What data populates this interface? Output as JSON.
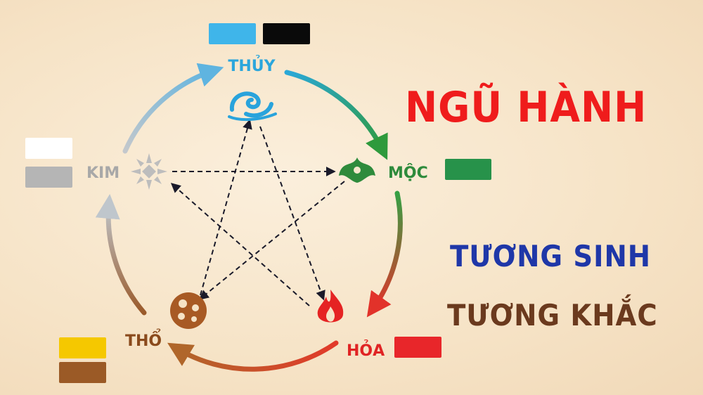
{
  "title": {
    "main": "NGŨ HÀNH",
    "line1": "TƯƠNG SINH",
    "line2": "TƯƠNG KHẮC"
  },
  "elements": [
    {
      "id": "thuy",
      "label": "THỦY",
      "label_color": "#2ba6dc",
      "icon": "water-wave-icon",
      "icon_color": "#29a3dc",
      "swatches": [
        "#3fb5ea",
        "#0a0a0a"
      ]
    },
    {
      "id": "moc",
      "label": "MỘC",
      "label_color": "#2e8b3c",
      "icon": "tree-leaf-icon",
      "icon_color": "#2e8b3c",
      "swatches": [
        "#27924a"
      ]
    },
    {
      "id": "hoa",
      "label": "HỎA",
      "label_color": "#e02424",
      "icon": "flame-icon",
      "icon_color": "#e52323",
      "swatches": [
        "#e8262a"
      ]
    },
    {
      "id": "tho",
      "label": "THỔ",
      "label_color": "#8a4a1c",
      "icon": "earth-clay-icon",
      "icon_color": "#a85a24",
      "swatches": [
        "#f5c800",
        "#9b5a26"
      ]
    },
    {
      "id": "kim",
      "label": "KIM",
      "label_color": "#a8a8a8",
      "icon": "metal-star-icon",
      "icon_color": "#bdbdbd",
      "swatches": [
        "#ffffff",
        "#b5b5b5"
      ]
    }
  ],
  "cycle_generating": [
    [
      "thuy",
      "moc"
    ],
    [
      "moc",
      "hoa"
    ],
    [
      "hoa",
      "tho"
    ],
    [
      "tho",
      "kim"
    ],
    [
      "kim",
      "thuy"
    ]
  ],
  "cycle_controlling": [
    [
      "thuy",
      "hoa"
    ],
    [
      "hoa",
      "kim"
    ],
    [
      "kim",
      "moc"
    ],
    [
      "moc",
      "tho"
    ],
    [
      "tho",
      "thuy"
    ]
  ],
  "colors": {
    "dashed": "#1a1a2a"
  }
}
